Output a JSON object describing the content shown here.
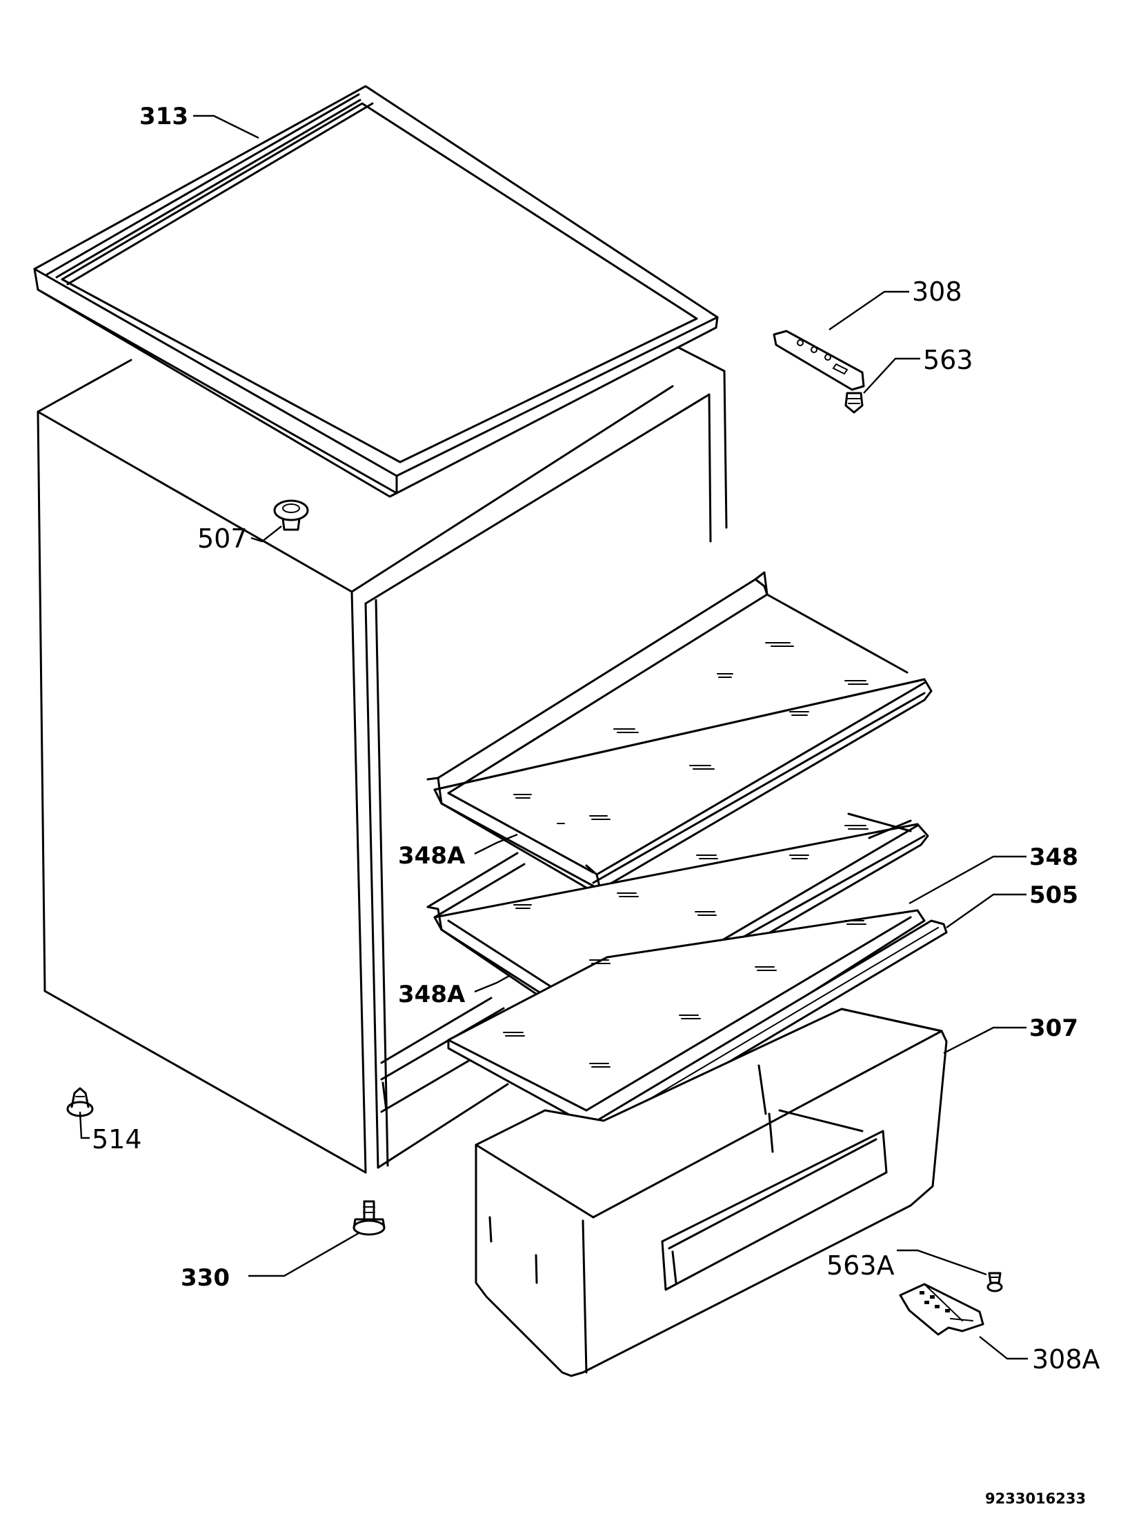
{
  "labels": {
    "p313": "313",
    "p308": "308",
    "p563": "563",
    "p507": "507",
    "p348A_upper": "348A",
    "p348A_lower": "348A",
    "p348": "348",
    "p505": "505",
    "p307": "307",
    "p514": "514",
    "p330": "330",
    "p563A": "563A",
    "p308A": "308A"
  },
  "document_number": "9233016233"
}
